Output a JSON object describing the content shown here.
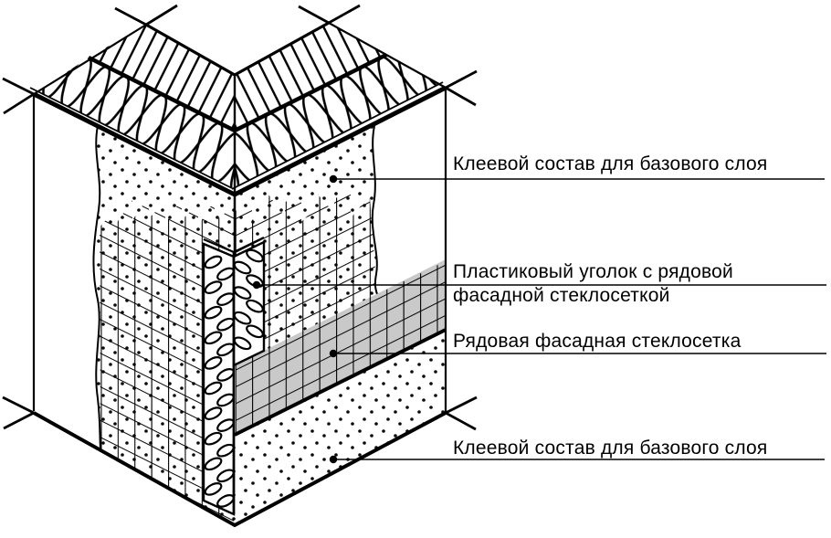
{
  "diagram": {
    "ink_color": "#000000",
    "background": "#ffffff",
    "mesh_strip_color": "#c9c9c9",
    "callouts": [
      {
        "id": "base-coat-upper",
        "lines": [
          "Клеевой состав для базового слоя"
        ]
      },
      {
        "id": "plastic-corner-profile",
        "lines": [
          "Пластиковый уголок с рядовой",
          "фасадной стеклосеткой"
        ]
      },
      {
        "id": "facade-mesh-strip",
        "lines": [
          "Рядовая фасадная стеклосетка"
        ]
      },
      {
        "id": "base-coat-lower",
        "lines": [
          "Клеевой состав для базового слоя"
        ]
      }
    ]
  }
}
